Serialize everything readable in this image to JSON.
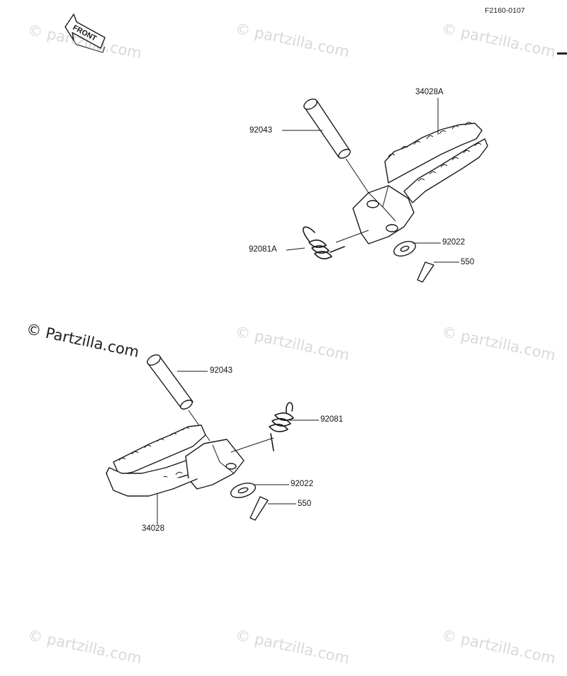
{
  "diagram_code": "F2160-0107",
  "front_arrow_label": "FRONT",
  "watermark_main": "© Partzilla.com",
  "watermark_repeat": "© partzilla.com",
  "callouts": {
    "upper_footpeg": "34028A",
    "upper_pin": "92043",
    "upper_spring": "92081A",
    "upper_washer": "92022",
    "upper_cotter_pin": "550",
    "lower_pin": "92043",
    "lower_spring": "92081",
    "lower_washer": "92022",
    "lower_cotter_pin": "550",
    "lower_footpeg": "34028"
  }
}
